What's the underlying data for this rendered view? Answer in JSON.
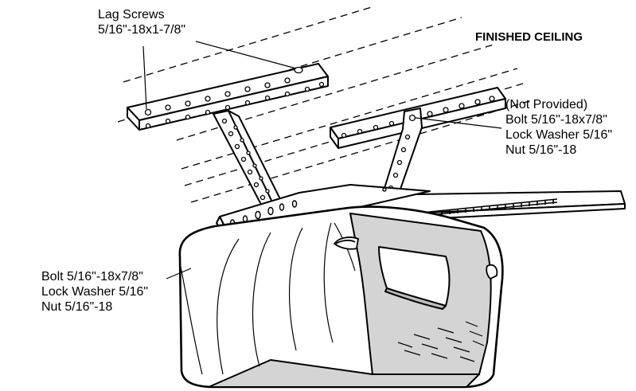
{
  "labels": {
    "lag_screws": {
      "title": "Lag Screws",
      "spec": "5/16\"-18x1-7/8\""
    },
    "finished_ceiling": "FINISHED CEILING",
    "right_hardware": {
      "note": "(Not Provided)",
      "bolt": "Bolt 5/16\"-18x7/8\"",
      "washer": "Lock Washer 5/16\"",
      "nut": "Nut 5/16\"-18"
    },
    "left_hardware": {
      "bolt": "Bolt 5/16\"-18x7/8\"",
      "washer": "Lock Washer 5/16\"",
      "nut": "Nut 5/16\"-18"
    }
  },
  "colors": {
    "ink": "#000000",
    "paper": "#ffffff",
    "shade": "#d4d4d4",
    "shade_dark": "#bdbdbd"
  }
}
